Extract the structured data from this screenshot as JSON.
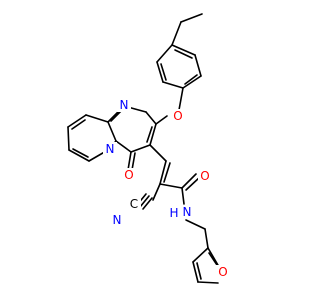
{
  "colors": {
    "background": "#ffffff",
    "bond": "#000000",
    "nitrogen": "#0000ff",
    "oxygen": "#ff0000",
    "carbon": "#000000"
  },
  "atoms": {
    "n_ring_imine": "N",
    "n_ring_bridge": "N",
    "o_ether": "O",
    "o_carbonyl_ring": "O",
    "o_amide": "O",
    "n_amide": "N",
    "n_amide_h": "H",
    "c_nitrile": "C",
    "n_nitrile": "N",
    "o_furan": "O"
  }
}
